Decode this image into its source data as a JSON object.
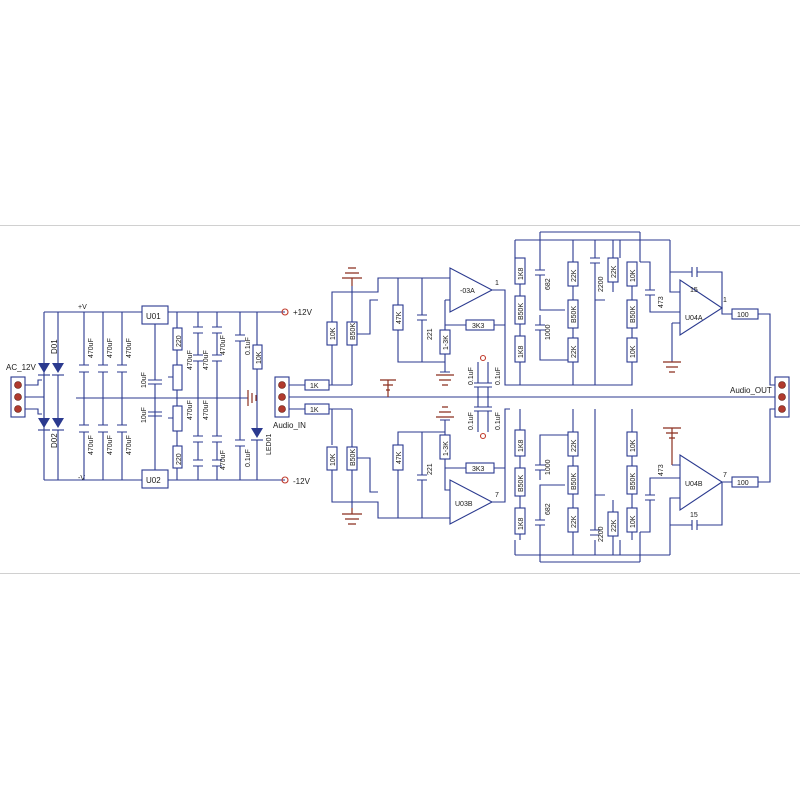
{
  "connectors": {
    "ac_in": "AC_12V",
    "audio_in": "Audio_IN",
    "audio_out": "Audio_OUT"
  },
  "power": {
    "pos_rail": "+12V",
    "neg_rail": "-12V",
    "v_plus": "+V",
    "v_minus": "-V"
  },
  "diodes": {
    "d1": "D01",
    "d2": "D02",
    "led": "LED01"
  },
  "regulators": {
    "u1": "U01",
    "u2": "U02"
  },
  "opamps": {
    "u3a": "-03A",
    "u3b": "U03B",
    "u4a": "U04A",
    "u4b": "U04B"
  },
  "pins": {
    "p1": "1",
    "p7": "7"
  },
  "values": {
    "c470": "470uF",
    "c10": "10uF",
    "r220": "220",
    "c01": "0.1uF",
    "r10k": "10K",
    "r1k": "1K",
    "r47k": "47K",
    "r221": "221",
    "r13k": "1-3K",
    "r3k3": "3K3",
    "b50k": "B50K",
    "r1k8": "1K8",
    "c682": "682",
    "c1000": "1000",
    "r22k": "22K",
    "c2200": "2200",
    "c473": "473",
    "c15": "15",
    "r100": "100"
  }
}
